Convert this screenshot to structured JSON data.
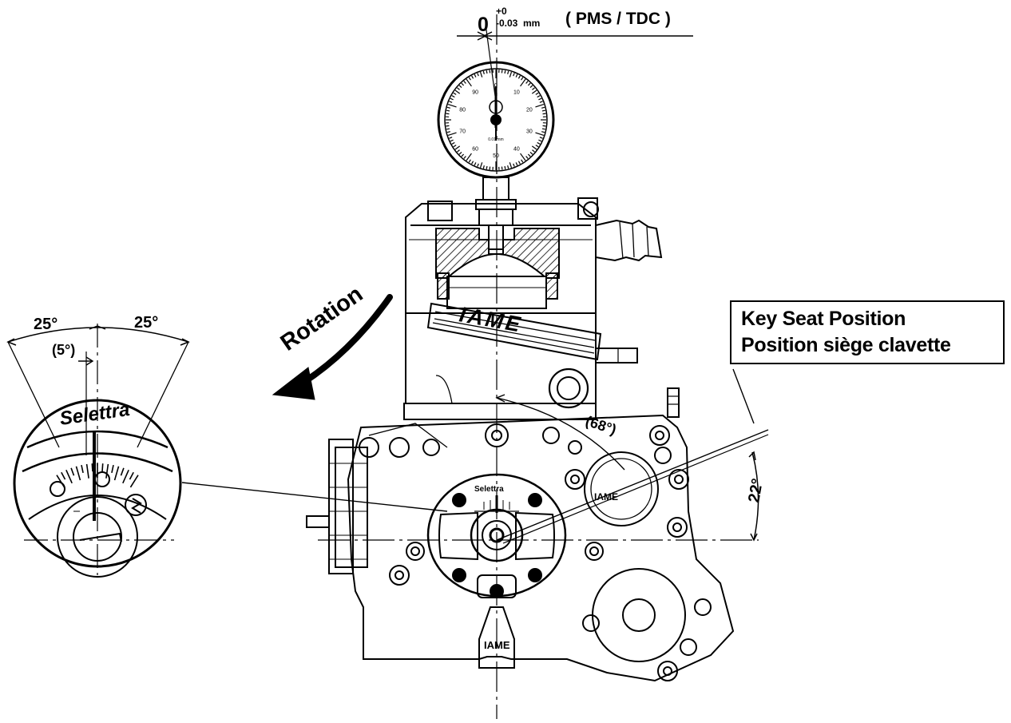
{
  "tolerance": {
    "zero": "0",
    "upper": "+0",
    "lower": "-0.03",
    "unit": "mm",
    "reference": "( PMS / TDC )"
  },
  "rotation_label": "Rotation",
  "key_seat": {
    "title_en": "Key Seat Position",
    "title_fr": "Position siège clavette"
  },
  "angles": {
    "left": "25°",
    "right": "25°",
    "center": "(5°)",
    "port": "(68°)",
    "key": "22°"
  },
  "brand": {
    "cylinder": "IAME",
    "cover": "IAME",
    "base": "IAME",
    "rotor": "Selettra"
  },
  "gauge": {
    "ticks": [
      "0",
      "10",
      "20",
      "30",
      "40",
      "50",
      "60",
      "70",
      "80",
      "90"
    ],
    "unit_text": "0.01 mm"
  }
}
